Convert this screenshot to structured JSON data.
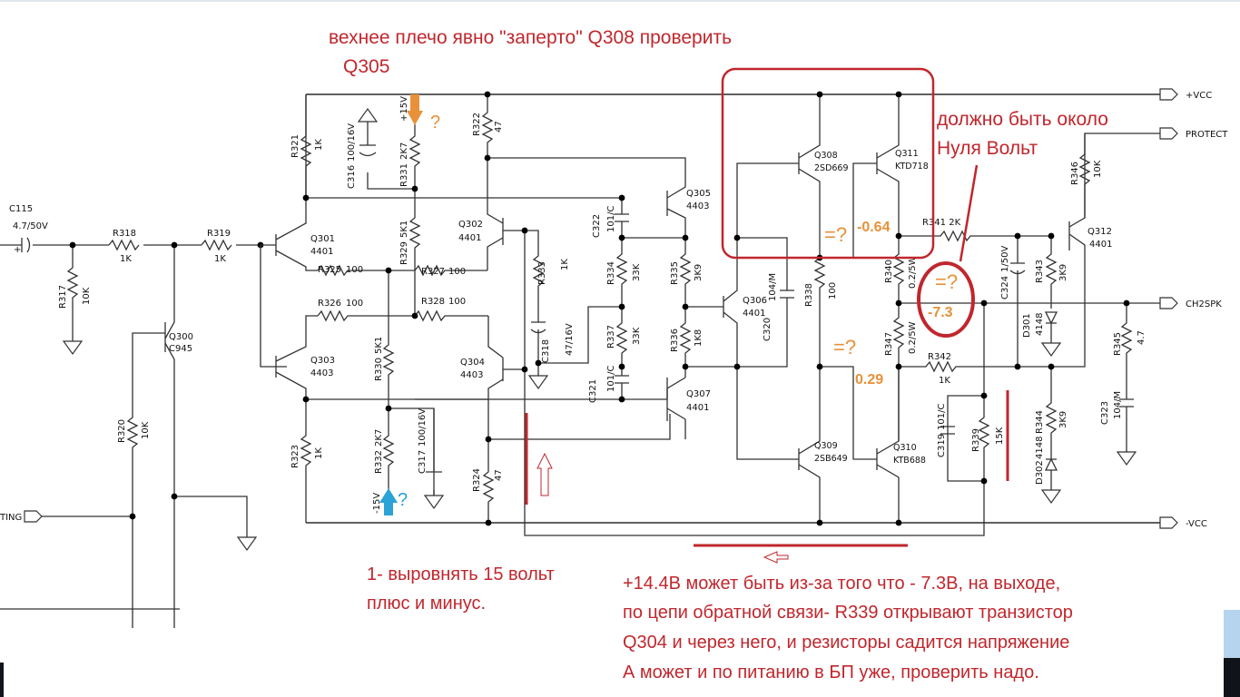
{
  "annotations": {
    "top_line1": "вехнее плечо  явно \"заперто\"  Q308 проверить",
    "top_line2": "Q305",
    "zero_line1": "должно быть около",
    "zero_line2": "Нуля Вольт",
    "left_line1": "1- выровнять  15 вольт",
    "left_line2": "плюс и минус.",
    "body_lines": [
      "+14.4В может быть из-за того что  - 7.3В, на выходе,",
      "по цепи обратной связи- R339 открывают  транзистор",
      "Q304 и через него,  и резисторы садится напряжение",
      "  А может и по питанию в БП уже, проверить надо."
    ],
    "measurements": {
      "q_emitter_upper": "=?",
      "upper_value": "-0.64",
      "q_output": "=?",
      "output_value": "-7.3",
      "q_lower": "=?",
      "lower_value": "0.29",
      "supply_plus_question": "?",
      "supply_minus_question": "?"
    },
    "colors": {
      "annotation": "#c0272d",
      "measurement": "#e8913a",
      "minus_marker": "#2ba3d6"
    }
  },
  "schematic": {
    "ports": {
      "vcc_plus": "+VCC",
      "protect": "PROTECT",
      "speaker": "CH2SPK",
      "vcc_minus": "-VCC",
      "muting": "TING"
    },
    "supplies": {
      "plus15": "+15V",
      "minus15": "-15V"
    },
    "components": {
      "C115": [
        "C115",
        "4.7/50V"
      ],
      "R318": [
        "R318",
        "1K"
      ],
      "R319": [
        "R319",
        "1K"
      ],
      "R317": [
        "R317",
        "10K"
      ],
      "R320": [
        "R320",
        "10K"
      ],
      "Q300": [
        "Q300",
        "C945"
      ],
      "R321": [
        "R321",
        "1K"
      ],
      "R323": [
        "R323",
        "1K"
      ],
      "C316": [
        "C316",
        "100/16V"
      ],
      "C317": [
        "C317",
        "100/16V"
      ],
      "R331": [
        "R331",
        "2K7"
      ],
      "R329": [
        "R329",
        "5K1"
      ],
      "R330": [
        "R330",
        "5K1"
      ],
      "R332": [
        "R332",
        "2K7"
      ],
      "Q301": [
        "Q301",
        "4401"
      ],
      "Q303": [
        "Q303",
        "4403"
      ],
      "R325": [
        "R325",
        "100"
      ],
      "R326": [
        "R326",
        "100"
      ],
      "R327": [
        "R327",
        "100"
      ],
      "R328": [
        "R328",
        "100"
      ],
      "Q302": [
        "Q302",
        "4401"
      ],
      "Q304": [
        "Q304",
        "4403"
      ],
      "R322": [
        "R322",
        "47"
      ],
      "R324": [
        "R324",
        "47"
      ],
      "R333": [
        "R333",
        "1K"
      ],
      "C318": [
        "C318",
        "47/16V"
      ],
      "C322": [
        "C322",
        "101/C"
      ],
      "C321": [
        "C321",
        "101/C"
      ],
      "R334": [
        "R334",
        "33K"
      ],
      "R337": [
        "R337",
        "33K"
      ],
      "R335": [
        "R335",
        "3K9"
      ],
      "R336": [
        "R336",
        "1K8"
      ],
      "Q305": [
        "Q305",
        "4403"
      ],
      "Q307": [
        "Q307",
        "4401"
      ],
      "Q306": [
        "Q306",
        "4401"
      ],
      "C320": [
        "C320",
        "104/M"
      ],
      "R338": [
        "R338",
        "100"
      ],
      "Q308": [
        "Q308",
        "2SD669"
      ],
      "Q311": [
        "Q311",
        "KTD718"
      ],
      "Q309": [
        "Q309",
        "2SB649"
      ],
      "Q310": [
        "Q310",
        "KTB688"
      ],
      "R340": [
        "R340",
        "0.2/5W"
      ],
      "R347": [
        "R347",
        "0.2/5W"
      ],
      "R341": [
        "R341 2K",
        ""
      ],
      "R342": [
        "R342",
        "1K"
      ],
      "C319": [
        "C319",
        "101/C"
      ],
      "R339": [
        "R339",
        "15K"
      ],
      "C324": [
        "C324",
        "1/50V"
      ],
      "R343": [
        "R343",
        "3K9"
      ],
      "D301": [
        "D301",
        "4148"
      ],
      "R344": [
        "R344",
        "3K9"
      ],
      "D302": [
        "D302",
        "4148"
      ],
      "R346": [
        "R346",
        "10K"
      ],
      "Q312": [
        "Q312",
        "4401"
      ],
      "R345": [
        "R345",
        "4.7"
      ],
      "C323": [
        "C323",
        "104/M"
      ]
    }
  }
}
